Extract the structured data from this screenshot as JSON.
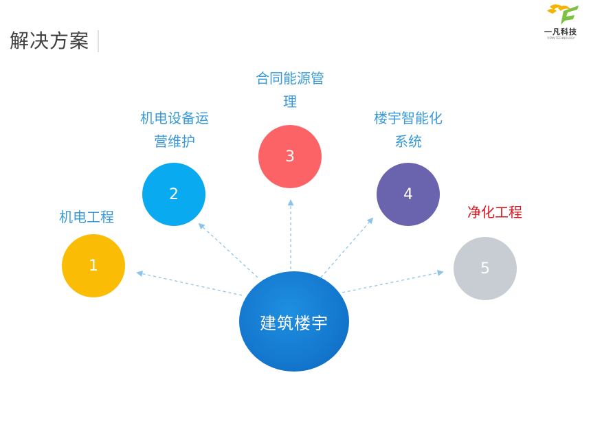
{
  "title": "解决方案",
  "logo": {
    "name": "一凡科技",
    "subtitle": "YIFAN TECHNOLOGY"
  },
  "center": {
    "label": "建筑楼宇",
    "color": "#1478cf"
  },
  "nodes": [
    {
      "number": "1",
      "label": "机电工程",
      "color": "#fbbc05",
      "label_color": "#3a9ad9"
    },
    {
      "number": "2",
      "label_line1": "机电设备运",
      "label_line2": "营维护",
      "color": "#09aaf0",
      "label_color": "#3a9ad9"
    },
    {
      "number": "3",
      "label_line1": "合同能源管",
      "label_line2": "理",
      "color": "#fb6367",
      "label_color": "#3a9ad9"
    },
    {
      "number": "4",
      "label_line1": "楼宇智能化",
      "label_line2": "系统",
      "color": "#6a64ae",
      "label_color": "#3a9ad9"
    },
    {
      "number": "5",
      "label": "净化工程",
      "color": "#c8cdd4",
      "label_color": "#d9141e"
    }
  ]
}
